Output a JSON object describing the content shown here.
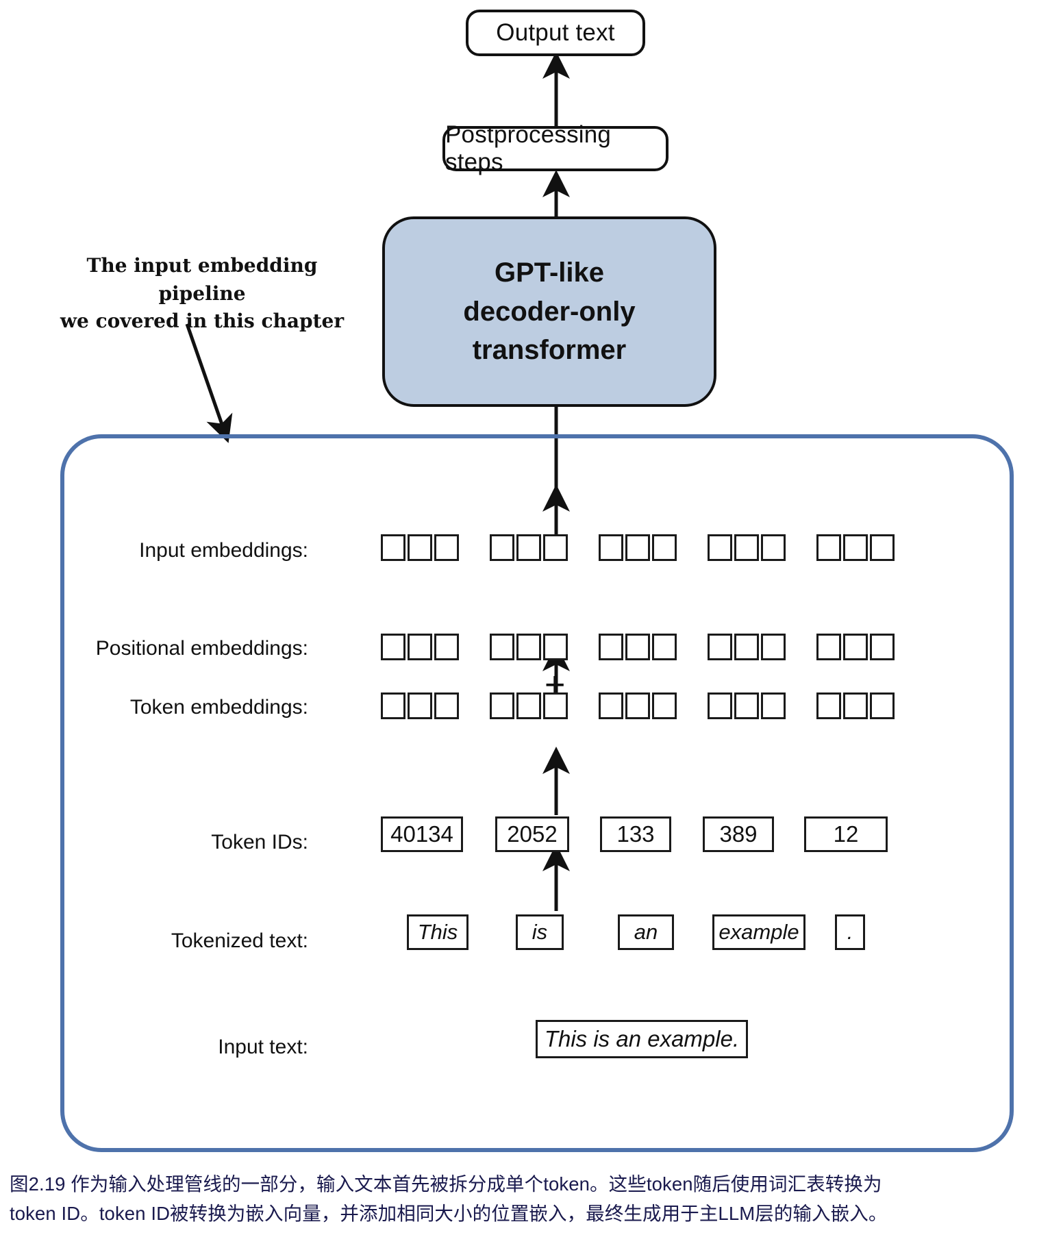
{
  "figure": {
    "output_box": {
      "label": "Output text"
    },
    "postprocessing_box": {
      "label": "Postprocessing steps"
    },
    "model_box": {
      "label": "GPT-like\ndecoder-only\ntransformer",
      "fill_color": "#bdcde1"
    },
    "annotation": {
      "text": "The input embedding pipeline\nwe covered in this chapter"
    },
    "pipeline_border_color": "#4e72ab",
    "plus_symbol": "+",
    "rows": [
      {
        "label": "Input embeddings:",
        "kind": "cells",
        "groups": 5,
        "cells_per_group": 3
      },
      {
        "label": "Positional embeddings:",
        "kind": "cells",
        "groups": 5,
        "cells_per_group": 3
      },
      {
        "label": "Token embeddings:",
        "kind": "cells",
        "groups": 5,
        "cells_per_group": 3
      },
      {
        "label": "Token IDs:",
        "kind": "values",
        "values": [
          "40134",
          "2052",
          "133",
          "389",
          "12"
        ]
      },
      {
        "label": "Tokenized text:",
        "kind": "values",
        "values": [
          "This",
          "is",
          "an",
          "example",
          "."
        ]
      },
      {
        "label": "Input text:",
        "kind": "values",
        "values": [
          "This is an example."
        ]
      }
    ],
    "row_labels": {
      "input_embeddings": "Input embeddings:",
      "positional_embeddings": "Positional embeddings:",
      "token_embeddings": "Token embeddings:",
      "token_ids": "Token IDs:",
      "tokenized_text": "Tokenized text:",
      "input_text": "Input text:"
    },
    "token_ids": [
      "40134",
      "2052",
      "133",
      "389",
      "12"
    ],
    "tokens": [
      "This",
      "is",
      "an",
      "example",
      "."
    ],
    "input_text": "This is an example."
  },
  "caption": {
    "line1": "图2.19 作为输入处理管线的一部分，输入文本首先被拆分成单个token。这些token随后使用词汇表转换为",
    "line2": "token ID。token ID被转换为嵌入向量，并添加相同大小的位置嵌入，最终生成用于主LLM层的输入嵌入。",
    "color": "#19194d"
  }
}
